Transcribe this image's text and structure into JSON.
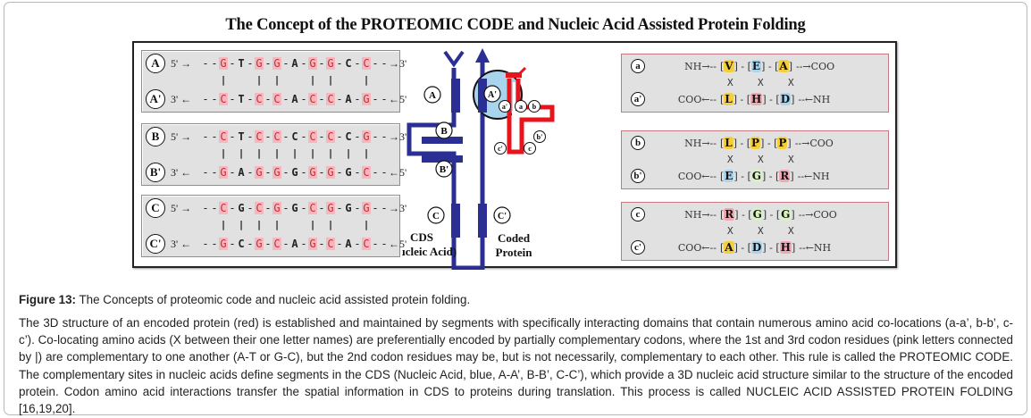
{
  "figure": {
    "title": "The Concept of the PROTEOMIC CODE and Nucleic Acid Assisted Protein Folding",
    "dna_pairs": [
      {
        "top_label": "A",
        "bottom_label": "A'",
        "top_start": "5'",
        "top_arrow": "→",
        "top_end": "→3'",
        "bottom_start": "3'",
        "bottom_arrow": "←",
        "bottom_end": "←5'",
        "top_bases": [
          "G",
          "T",
          "G",
          "G",
          "A",
          "G",
          "G",
          "C",
          "C"
        ],
        "bottom_bases": [
          "C",
          "T",
          "C",
          "C",
          "A",
          "C",
          "C",
          "A",
          "G"
        ],
        "pink": [
          true,
          false,
          true,
          true,
          false,
          true,
          true,
          false,
          true
        ],
        "paired": [
          true,
          false,
          true,
          true,
          false,
          true,
          true,
          false,
          true
        ]
      },
      {
        "top_label": "B",
        "bottom_label": "B'",
        "top_start": "5'",
        "top_arrow": "→",
        "top_end": "→3'",
        "bottom_start": "3'",
        "bottom_arrow": "←",
        "bottom_end": "←5'",
        "top_bases": [
          "C",
          "T",
          "C",
          "C",
          "C",
          "C",
          "C",
          "C",
          "G"
        ],
        "bottom_bases": [
          "G",
          "A",
          "G",
          "G",
          "G",
          "G",
          "G",
          "G",
          "C"
        ],
        "pink": [
          true,
          false,
          true,
          true,
          false,
          true,
          true,
          false,
          true
        ],
        "paired": [
          true,
          true,
          true,
          true,
          true,
          true,
          true,
          true,
          true
        ]
      },
      {
        "top_label": "C",
        "bottom_label": "C'",
        "top_start": "5'",
        "top_arrow": "→",
        "top_end": "→3'",
        "bottom_start": "3'",
        "bottom_arrow": "←",
        "bottom_end": "←5'",
        "top_bases": [
          "C",
          "G",
          "C",
          "G",
          "G",
          "C",
          "G",
          "G",
          "G"
        ],
        "bottom_bases": [
          "G",
          "C",
          "G",
          "C",
          "A",
          "G",
          "C",
          "A",
          "C"
        ],
        "pink": [
          true,
          false,
          true,
          true,
          false,
          true,
          true,
          false,
          true
        ],
        "paired": [
          true,
          true,
          true,
          true,
          false,
          true,
          true,
          false,
          true
        ]
      }
    ],
    "aa_pairs": [
      {
        "top_label": "a",
        "bottom_label": "a'",
        "top_start": "NH→--",
        "top_end": "--→COO",
        "bottom_start": "COO←--",
        "bottom_end": "--←NH",
        "top_residues": [
          {
            "aa": "V",
            "color": "yellow"
          },
          {
            "aa": "E",
            "color": "blue"
          },
          {
            "aa": "A",
            "color": "yellow"
          }
        ],
        "bottom_residues": [
          {
            "aa": "L",
            "color": "yellow"
          },
          {
            "aa": "H",
            "color": "pink"
          },
          {
            "aa": "D",
            "color": "blue"
          }
        ],
        "link": "X"
      },
      {
        "top_label": "b",
        "bottom_label": "b'",
        "top_start": "NH→--",
        "top_end": "--→COO",
        "bottom_start": "COO←--",
        "bottom_end": "--←NH",
        "top_residues": [
          {
            "aa": "L",
            "color": "yellow"
          },
          {
            "aa": "P",
            "color": "yellow"
          },
          {
            "aa": "P",
            "color": "yellow"
          }
        ],
        "bottom_residues": [
          {
            "aa": "E",
            "color": "blue"
          },
          {
            "aa": "G",
            "color": "green"
          },
          {
            "aa": "R",
            "color": "pink"
          }
        ],
        "link": "X"
      },
      {
        "top_label": "c",
        "bottom_label": "c'",
        "top_start": "NH→--",
        "top_end": "--→COO",
        "bottom_start": "COO←--",
        "bottom_end": "--←NH",
        "top_residues": [
          {
            "aa": "R",
            "color": "pink"
          },
          {
            "aa": "G",
            "color": "green"
          },
          {
            "aa": "G",
            "color": "green"
          }
        ],
        "bottom_residues": [
          {
            "aa": "A",
            "color": "yellow"
          },
          {
            "aa": "D",
            "color": "blue"
          },
          {
            "aa": "H",
            "color": "pink"
          }
        ],
        "link": "X"
      }
    ],
    "diagram": {
      "labels": {
        "A": "A",
        "A_prime": "A'",
        "B": "B",
        "B_prime": "B'",
        "C": "C",
        "C_prime": "C'",
        "a": "a",
        "a_prime": "a'",
        "b": "b",
        "b_prime": "b'",
        "c": "c",
        "c_prime": "c'"
      },
      "cds_label_1": "CDS",
      "cds_label_2": "(Nucleic Acid)",
      "protein_label_1": "Coded",
      "protein_label_2": "Protein",
      "colors": {
        "nucleic_acid": "#2b2f93",
        "protein": "#e8141c",
        "highlight": "#a8d4ee"
      }
    }
  },
  "caption": {
    "label": "Figure 13:",
    "text": " The Concepts of proteomic code and nucleic acid assisted protein folding."
  },
  "body": "The 3D structure of an encoded protein (red) is established and maintained by segments with specifically interacting domains that contain numerous amino acid co-locations (a-a’, b-b’, c-c’). Co-locating amino acids (X between their one letter names) are preferentially encoded by partially complementary codons, where the 1st and 3rd codon residues (pink letters connected by |) are complementary to one another (A-T or G-C), but the 2nd codon residues may be, but is not necessarily, complementary to each other. This rule is called the PROTEOMIC CODE. The complementary sites in nucleic acids define segments in the CDS (Nucleic Acid, blue, A-A’, B-B’, C-C’), which provide a 3D nucleic acid structure similar to the structure of the encoded protein. Codon amino acid interactions transfer the spatial information in CDS to proteins during translation. This process is called NUCLEIC ACID ASSISTED PROTEIN FOLDING [16,19,20]."
}
